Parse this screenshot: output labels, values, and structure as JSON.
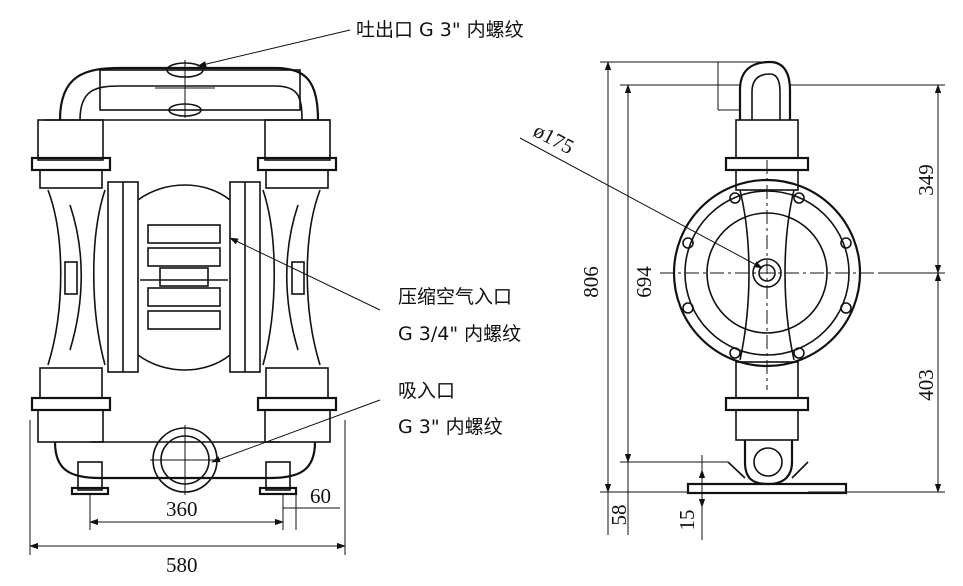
{
  "front_view": {
    "outlet_label": "吐出口 G 3\" 内螺纹",
    "air_inlet_label_line1": "压缩空气入口",
    "air_inlet_label_line2": "G 3/4\" 内螺纹",
    "suction_label_line1": "吸入口",
    "suction_label_line2": "G 3\" 内螺纹",
    "dim_bolt_spacing": "360",
    "dim_foot_width": "60",
    "dim_overall_width": "580"
  },
  "side_view": {
    "dim_diaphragm_diameter": "ø175",
    "dim_overall_height": "806",
    "dim_port_to_port": "694",
    "dim_upper": "349",
    "dim_lower": "403",
    "dim_base_offset": "58",
    "dim_base_thickness": "15"
  }
}
